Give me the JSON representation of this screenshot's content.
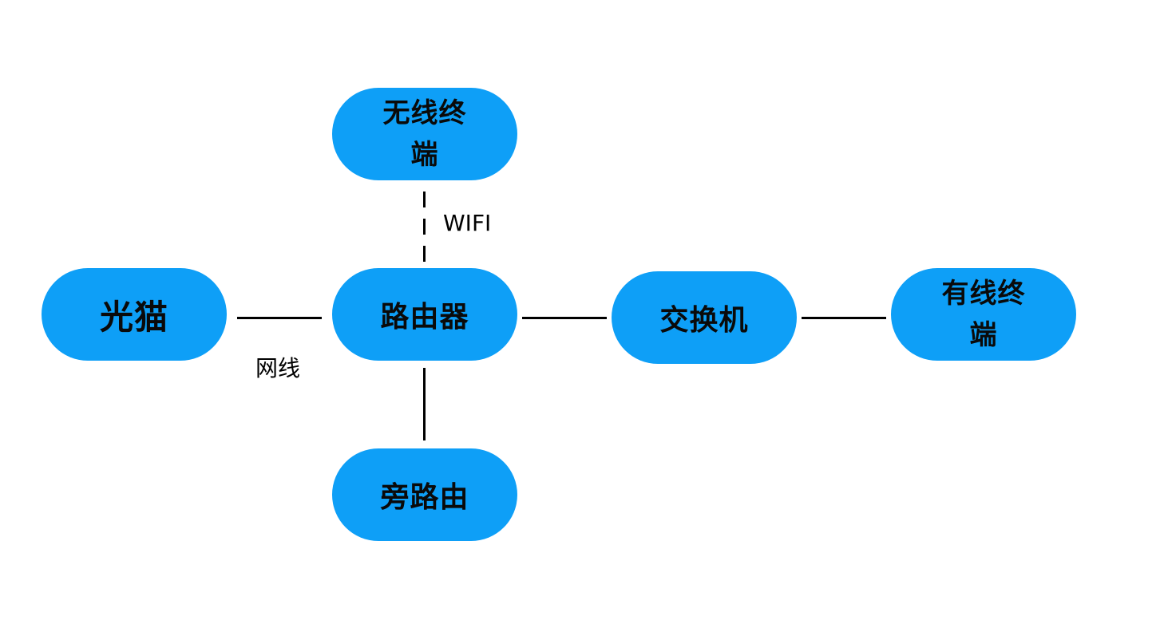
{
  "theme": {
    "node_fill": "#0e9ff7",
    "line_color": "#000000"
  },
  "nodes": {
    "modem": "光猫",
    "router": "路由器",
    "wireless_terminal": "无线终端",
    "bypass_router": "旁路由",
    "switch": "交换机",
    "wired_terminal": "有线终端"
  },
  "edge_labels": {
    "ethernet": "网线",
    "wifi": "WIFI"
  }
}
